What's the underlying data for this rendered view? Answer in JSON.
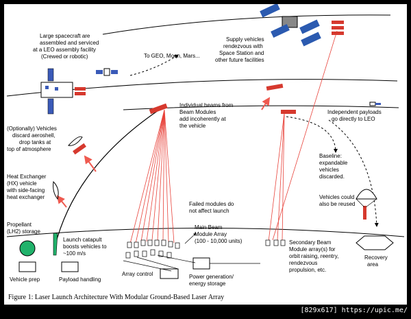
{
  "labels": {
    "leo_assembly": [
      "Large spacecraft are",
      "assembled and serviced",
      "at a LEO assembly facility",
      "(Crewed or robotic)"
    ],
    "to_geo": "To GEO, Moon, Mars...",
    "supply": [
      "Supply vehicles",
      "rendezvous with",
      "Space Station and",
      "other future facilities"
    ],
    "individual_beams": [
      "Individual beams from",
      "Beam Modules",
      "add incoherently at",
      "the vehicle"
    ],
    "independent": [
      "Independent payloads",
      "go directly to LEO"
    ],
    "aeroshell": [
      "(Optionally) Vehicles",
      "discard aeroshell,",
      "drop tanks at",
      "top of atmosphere"
    ],
    "heat_exchanger": [
      "Heat Exchanger",
      "(HX) vehicle",
      "with side-facing",
      "heat exchanger"
    ],
    "baseline": [
      "Baseline:",
      "expandable",
      "vehicles",
      "discarded."
    ],
    "reused": [
      "Vehicles could",
      "also be reused"
    ],
    "failed": [
      "Failed modules do",
      "not affect launch"
    ],
    "main_array": [
      "Main Beam",
      "Module Array",
      "(100 - 10,000 units)"
    ],
    "secondary": [
      "Secondary Beam",
      "Module array(s) for",
      "orbit raising, reentry,",
      "rendezvous",
      "propulsion, etc."
    ],
    "propellant": [
      "Propellant",
      "(LH2) storage"
    ],
    "catapult": [
      "Launch catapult",
      "boosts vehicles to",
      "~100 m/s"
    ],
    "recovery": [
      "Recovery",
      "area"
    ],
    "vehicle_prep": "Vehicle prep",
    "payload": "Payload handling",
    "array_control": "Array control",
    "power": [
      "Power generation/",
      "energy storage"
    ]
  },
  "caption": "Figure 1:  Laser Launch Architecture With Modular Ground-Based Laser Array",
  "footer": "[829x617] https://upic.me/",
  "colors": {
    "beam": "#e8423a",
    "vehicle": "#d6392e",
    "propellant": "#21b26b",
    "line": "#000000",
    "arrow": "#ef5a50"
  }
}
